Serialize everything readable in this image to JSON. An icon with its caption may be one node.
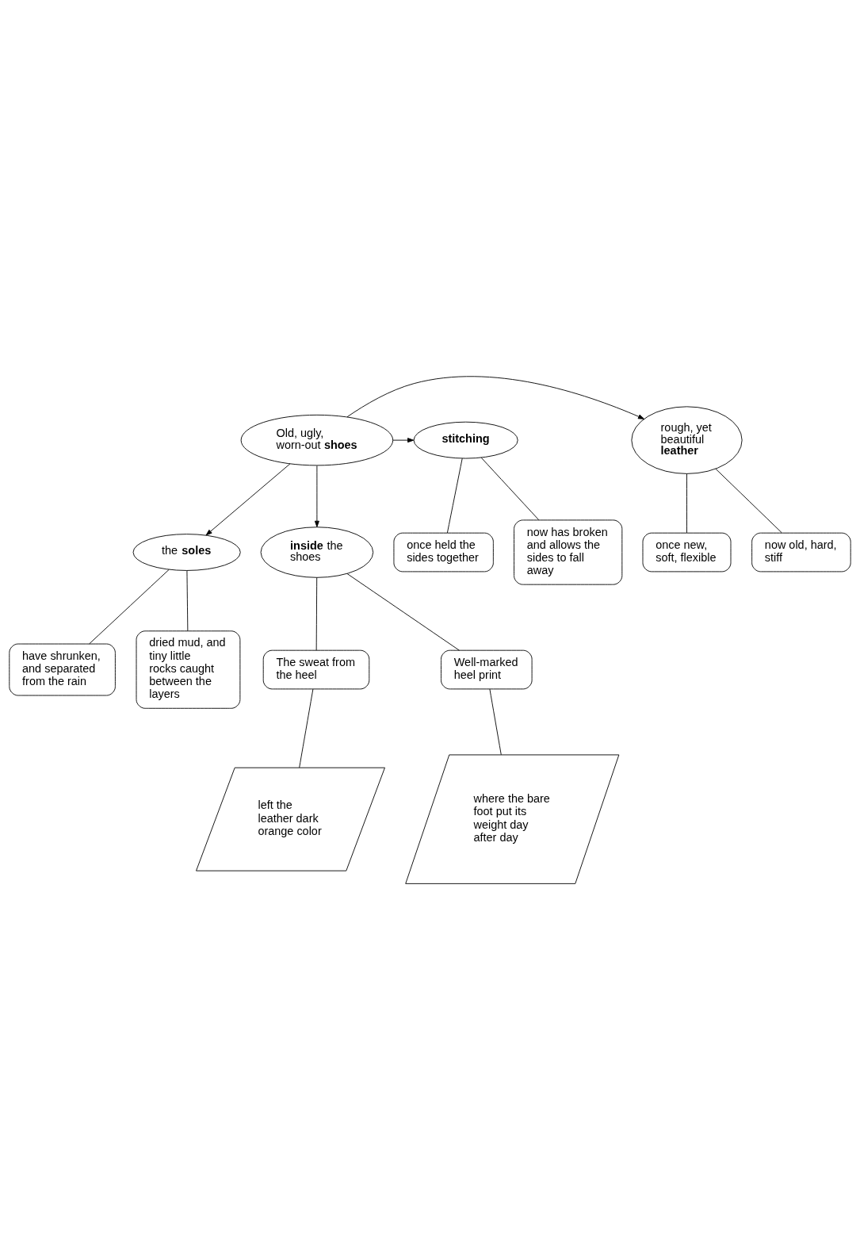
{
  "diagram": {
    "nodes": [
      {
        "text": [
          "Old, ugly, worn-out **shoes**"
        ]
      },
      {
        "text": [
          "the **soles**"
        ]
      },
      {
        "text": [
          "have shrunken, and separated from the rain"
        ]
      },
      {
        "text": [
          "dried mud, and tiny little rocks caught between the layers"
        ]
      },
      {
        "text": [
          "rough, yet beautiful **leather**"
        ]
      },
      {
        "text": [
          "once new, soft, flexible"
        ]
      },
      {
        "text": [
          "now old, hard, stiff"
        ]
      },
      {
        "text": [
          "stitching"
        ]
      },
      {
        "text": [
          "once held the sides together"
        ]
      },
      {
        "text": [
          "now has broken and allows the sides to fall away"
        ]
      },
      {
        "text": [
          "**inside** the shoes"
        ]
      },
      {
        "text": [
          "The sweat from the heel"
        ]
      },
      {
        "text": [
          "Well-marked heel print"
        ]
      },
      {
        "text": [
          "left the leather dark orange color"
        ]
      },
      {
        "text": [
          "where the bare foot put its weight day after day"
        ]
      }
    ],
    "edges": [
      {
        "from": 0,
        "to": 1,
        "arrow": "to"
      },
      {
        "from": 1,
        "to": 2,
        "arrow": "none"
      },
      {
        "from": 1,
        "to": 3,
        "arrow": "none"
      },
      {
        "from": 0,
        "to": 4,
        "arrow": "to"
      },
      {
        "from": 4,
        "to": 5,
        "arrow": "none"
      },
      {
        "from": 4,
        "to": 6,
        "arrow": "none"
      },
      {
        "from": 0,
        "to": 7,
        "arrow": "to"
      },
      {
        "from": 7,
        "to": 8,
        "arrow": "none"
      },
      {
        "from": 7,
        "to": 9,
        "arrow": "none"
      },
      {
        "from": 0,
        "to": 10,
        "arrow": "to"
      },
      {
        "from": 10,
        "to": 11,
        "arrow": "none"
      },
      {
        "from": 10,
        "to": 12,
        "arrow": "none"
      },
      {
        "from": 11,
        "to": 13,
        "arrow": "none"
      },
      {
        "from": 12,
        "to": 14,
        "arrow": "none"
      }
    ]
  }
}
